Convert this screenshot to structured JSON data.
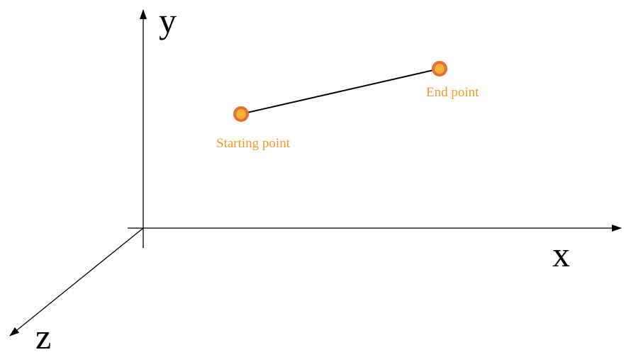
{
  "axes": {
    "x_label": "x",
    "y_label": "y",
    "z_label": "z"
  },
  "points": {
    "start_label": "Starting point",
    "end_label": "End point"
  },
  "colors": {
    "axis": "#000000",
    "segment": "#000000",
    "point_fill": "#f9b233",
    "point_stroke": "#ee6c2f",
    "point_label": "#f39a2c"
  }
}
